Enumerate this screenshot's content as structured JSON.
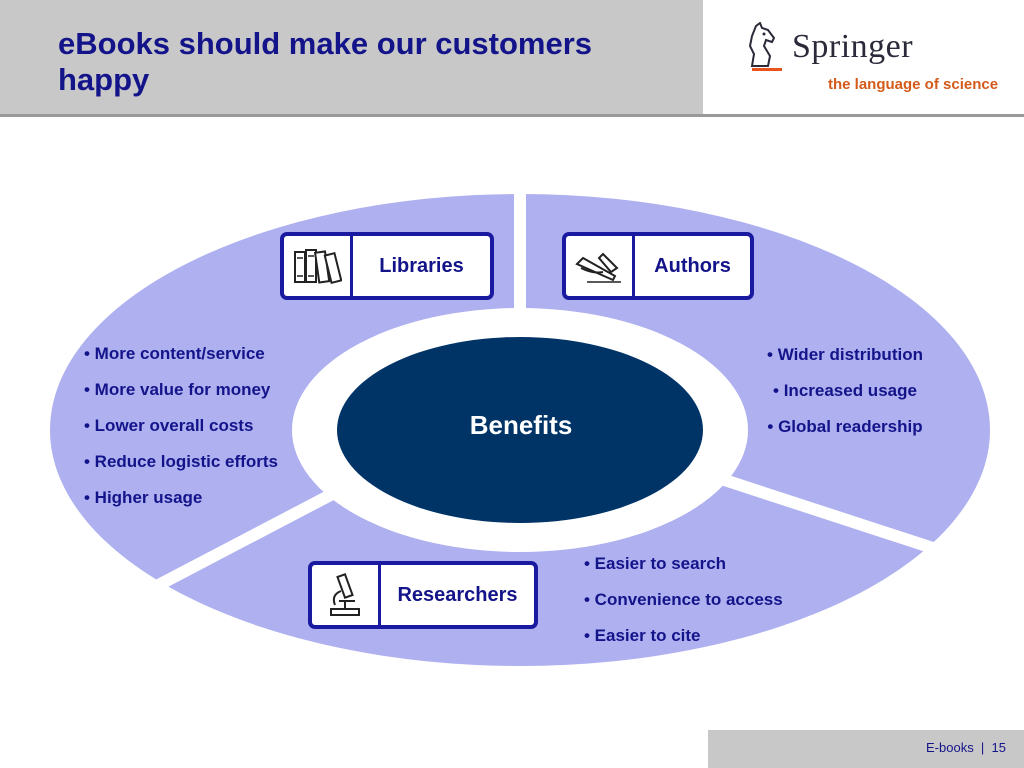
{
  "header": {
    "title": "eBooks should make our customers happy"
  },
  "logo": {
    "name": "Springer",
    "tagline": "the language of science"
  },
  "diagram": {
    "center": "Benefits",
    "segments": [
      {
        "label": "Libraries",
        "icon": "books-icon",
        "bullets": [
          "• More content/service",
          "• More value for money",
          "• Lower overall costs",
          "• Reduce logistic efforts",
          "• Higher usage"
        ]
      },
      {
        "label": "Authors",
        "icon": "quill-pen-icon",
        "bullets": [
          "• Wider distribution",
          "• Increased usage",
          "• Global readership"
        ]
      },
      {
        "label": "Researchers",
        "icon": "microscope-icon",
        "bullets": [
          "• Easier to search",
          "• Convenience to access",
          "• Easier to cite"
        ]
      }
    ]
  },
  "footer": {
    "text": "E-books  |  15"
  },
  "colors": {
    "ring": "#aeb0f0",
    "center": "#003366",
    "text": "#14148a",
    "accent": "#e8541c"
  }
}
